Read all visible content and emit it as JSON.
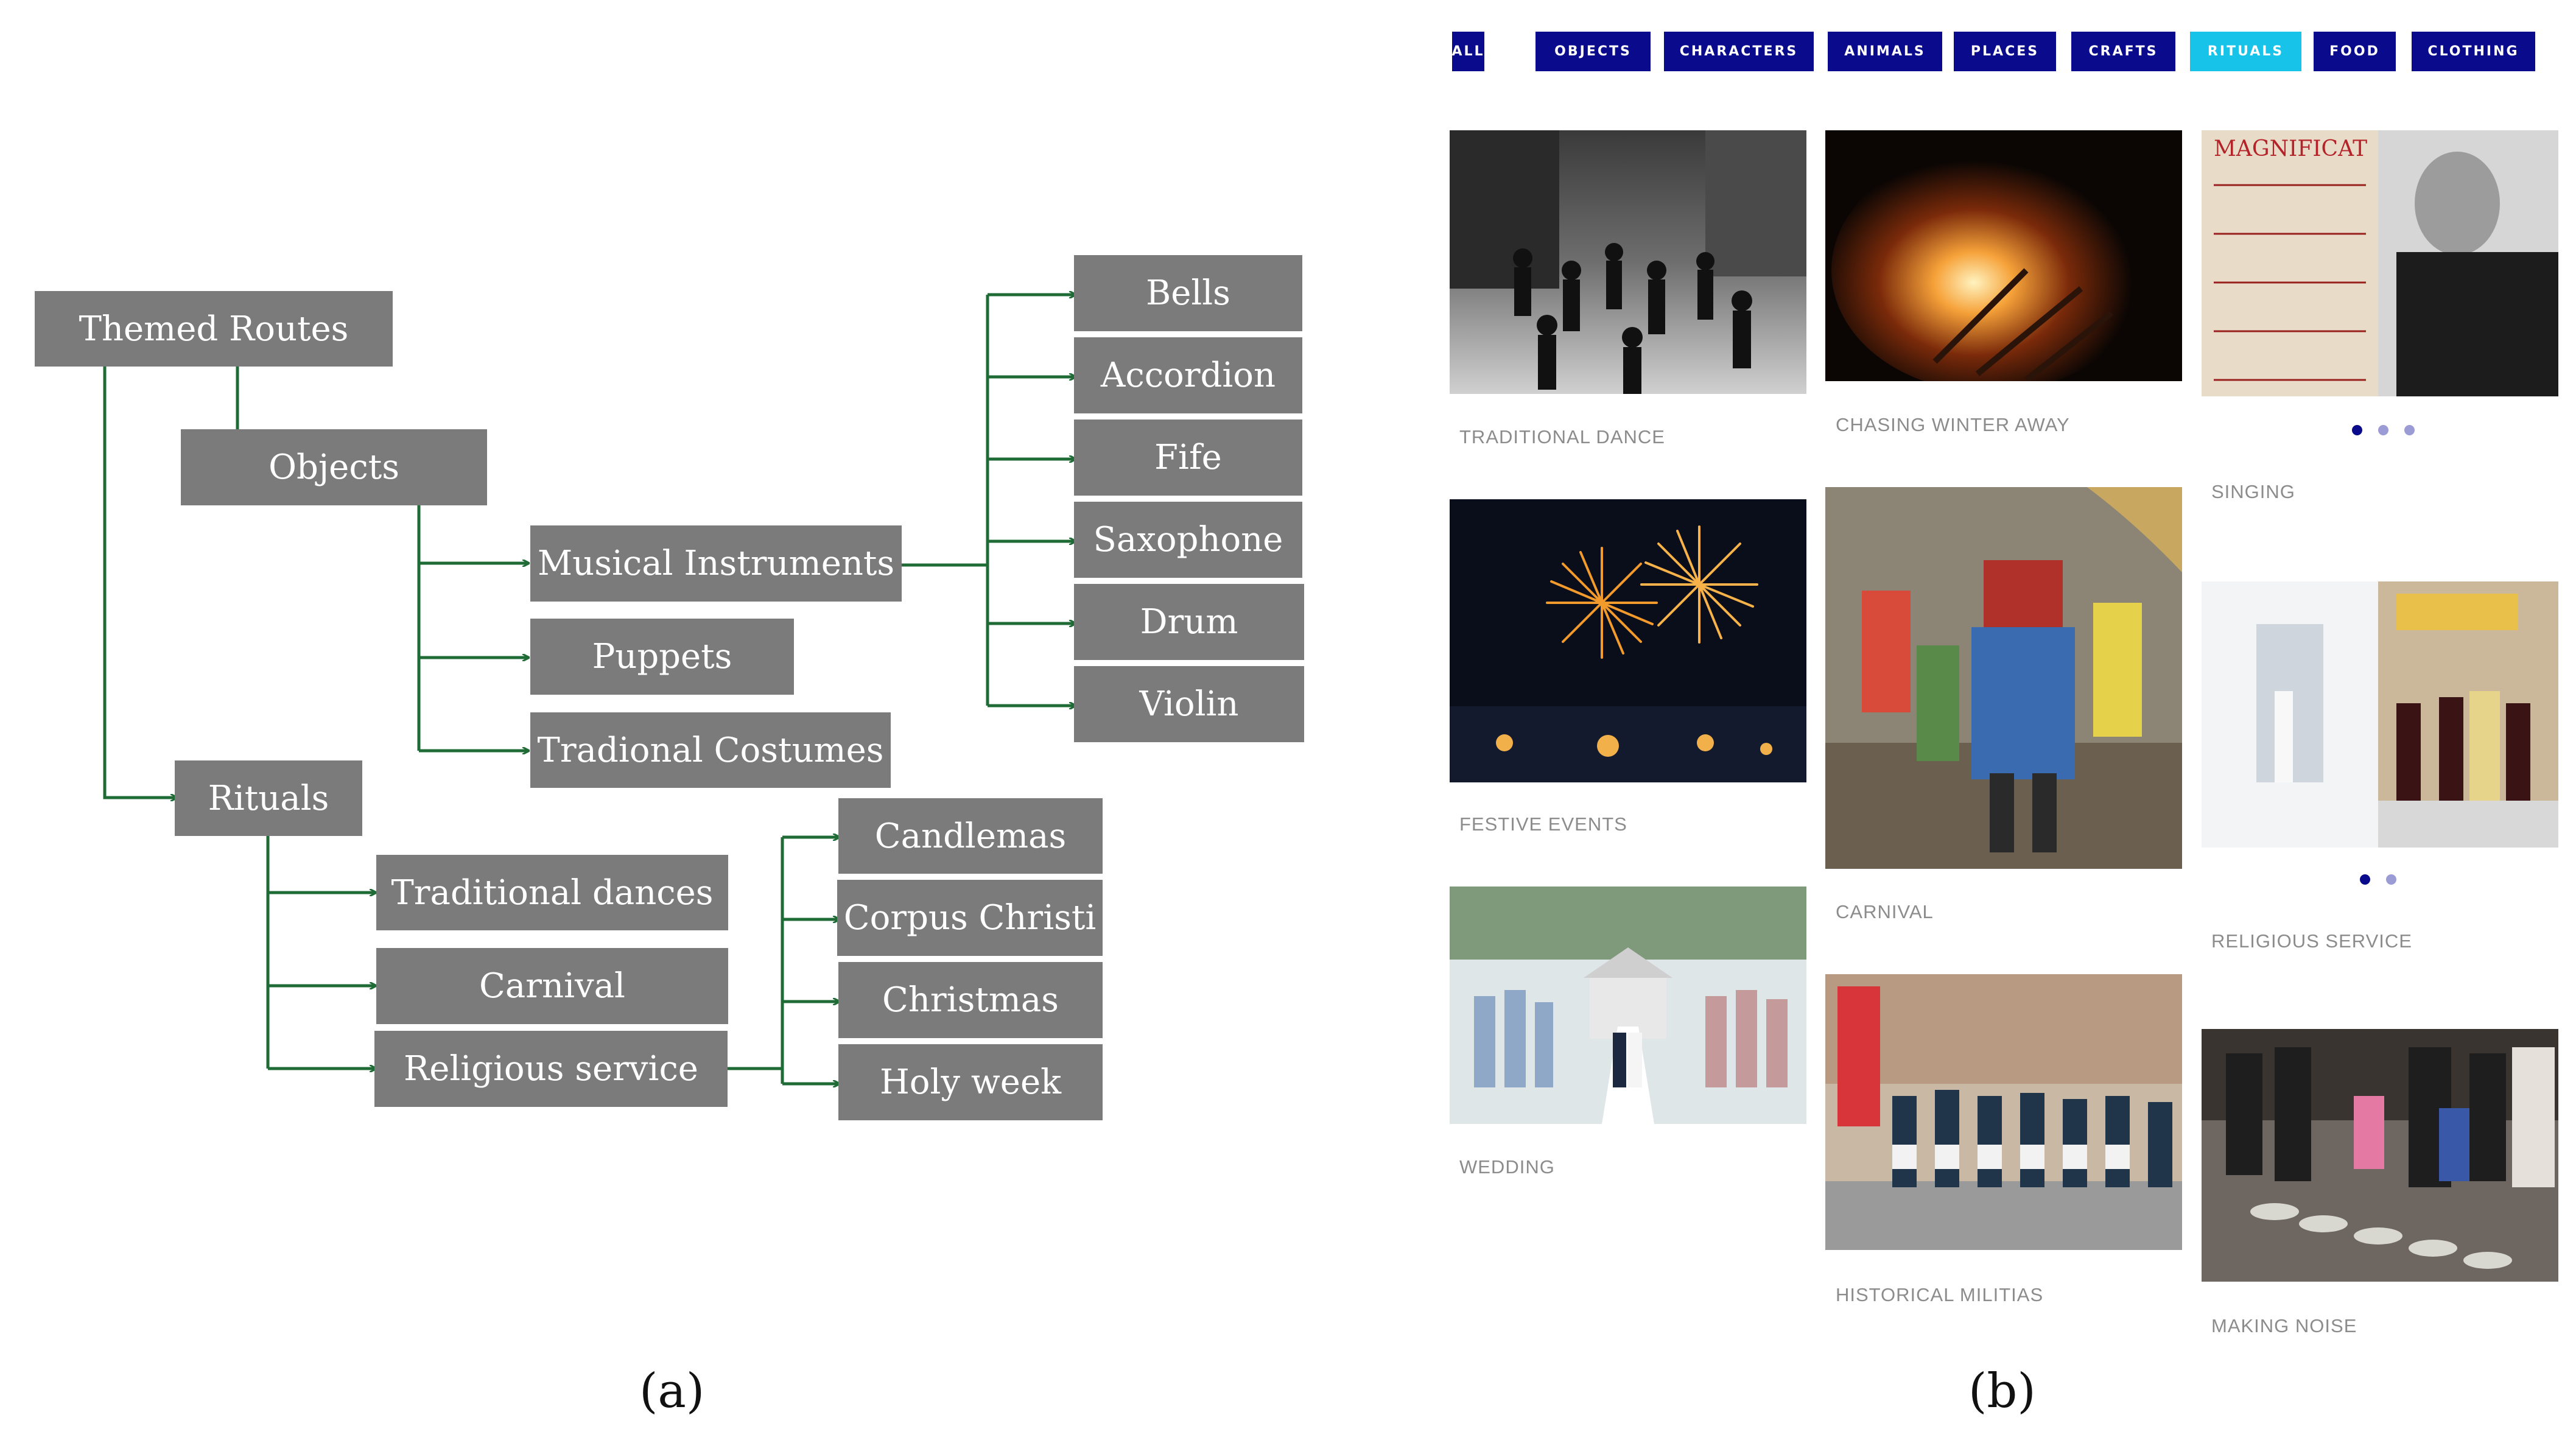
{
  "diagram": {
    "nodes": {
      "themed_routes": "Themed Routes",
      "objects": "Objects",
      "musical_instruments": "Musical Instruments",
      "puppets": "Puppets",
      "tradional_costumes": "Tradional Costumes",
      "bells": "Bells",
      "accordion": "Accordion",
      "fife": "Fife",
      "saxophone": "Saxophone",
      "drum": "Drum",
      "violin": "Violin",
      "rituals": "Rituals",
      "traditional_dances": "Traditional dances",
      "carnival": "Carnival",
      "religious_service": "Religious service",
      "candlemas": "Candlemas",
      "corpus_christi": "Corpus Christi",
      "christmas": "Christmas",
      "holy_week": "Holy week"
    },
    "caption": "(a)"
  },
  "gallery": {
    "filters": [
      {
        "label": "ALL",
        "active": false
      },
      {
        "label": "OBJECTS",
        "active": false
      },
      {
        "label": "CHARACTERS",
        "active": false
      },
      {
        "label": "ANIMALS",
        "active": false
      },
      {
        "label": "PLACES",
        "active": false
      },
      {
        "label": "CRAFTS",
        "active": false
      },
      {
        "label": "RITUALS",
        "active": true
      },
      {
        "label": "FOOD",
        "active": false
      },
      {
        "label": "CLOTHING",
        "active": false
      }
    ],
    "cards": {
      "traditional_dance": "TRADITIONAL DANCE",
      "chasing_winter_away": "CHASING WINTER AWAY",
      "singing": "SINGING",
      "festive_events": "FESTIVE EVENTS",
      "carnival": "CARNIVAL",
      "religious_service": "RELIGIOUS SERVICE",
      "wedding": "WEDDING",
      "historical_militias": "HISTORICAL MILITIAS",
      "making_noise": "MAKING NOISE"
    },
    "singing_image_text": "MAGNIFICAT",
    "caption": "(b)"
  },
  "colors": {
    "node_fill": "#7b7b7b",
    "connector": "#1e6b35",
    "filter_button": "#0a0a8c",
    "filter_active": "#17c3e8"
  }
}
